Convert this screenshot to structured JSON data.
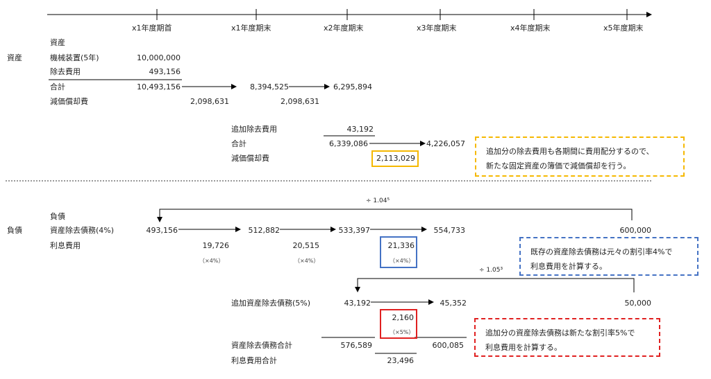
{
  "timeline": {
    "periods": [
      "x1年度期首",
      "x1年度期末",
      "x2年度期末",
      "x3年度期末",
      "x4年度期末",
      "x5年度期末"
    ]
  },
  "assets": {
    "section_label": "資産",
    "heading": "資産",
    "machinery_label": "機械装置(5年)",
    "machinery_value": "10,000,000",
    "retirement_cost_label": "除去費用",
    "retirement_cost_value": "493,156",
    "total_label": "合計",
    "total_values": [
      "10,493,156",
      "8,394,525",
      "6,295,894"
    ],
    "depreciation_label": "減価償却費",
    "depreciation_values": [
      "2,098,631",
      "2,098,631"
    ]
  },
  "additional_assets": {
    "add_cost_label": "追加除去費用",
    "add_cost_value": "43,192",
    "total_label": "合計",
    "total_values": [
      "6,339,086",
      "4,226,057"
    ],
    "depreciation_label": "減価償却費",
    "depreciation_value": "2,113,029"
  },
  "notes": {
    "yellow": [
      "追加分の除去費用も各期間に費用配分するので、",
      "新たな固定資産の簿価で減価償却を行う。"
    ],
    "blue": [
      "既存の資産除去債務は元々の割引率4%で",
      "利息費用を計算する。"
    ],
    "red": [
      "追加分の資産除去債務は新たな割引率5%で",
      "利息費用を計算する。"
    ]
  },
  "liabilities": {
    "section_label": "負債",
    "heading": "負債",
    "aro_label": "資産除去債務(4%)",
    "aro_values": [
      "493,156",
      "512,882",
      "533,397",
      "554,733",
      "600,000"
    ],
    "discount_label_top": "÷ 1.04⁵",
    "interest_label": "利息費用",
    "interest_values": [
      "19,726",
      "20,515",
      "21,336"
    ],
    "rate_note": "（×4%）",
    "add_aro_label": "追加資産除去債務(5%)",
    "add_aro_values": [
      "43,192",
      "45,352",
      "50,000"
    ],
    "discount_label_bottom": "÷ 1.05³",
    "add_interest_value": "2,160",
    "add_rate_note": "（×5%）",
    "aro_total_label": "資産除去債務合計",
    "aro_total_values": [
      "576,589",
      "600,085"
    ],
    "interest_total_label": "利息費用合計",
    "interest_total_value": "23,496"
  },
  "colors": {
    "yellow_box": "#f5b800",
    "blue_box": "#4472c4",
    "red_box": "#e02020"
  }
}
